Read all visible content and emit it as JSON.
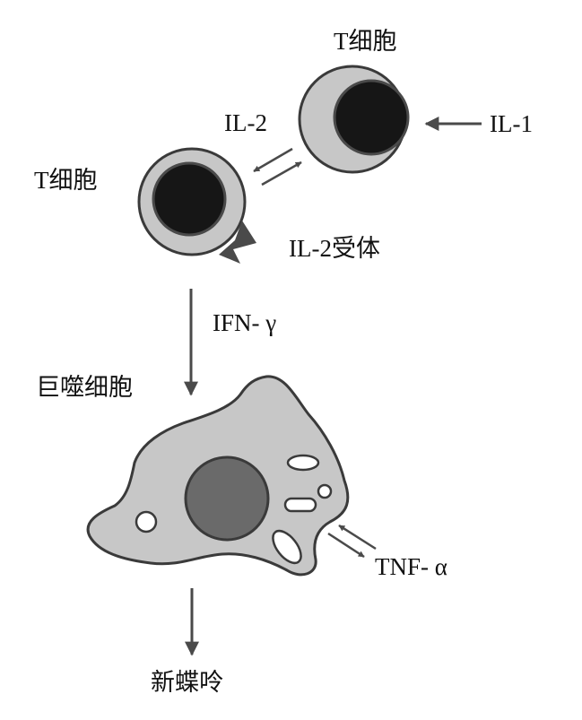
{
  "labels": {
    "t_cell_top": "T细胞",
    "t_cell_left": "T细胞",
    "il2": "IL-2",
    "il1": "IL-1",
    "il2_receptor": "IL-2受体",
    "ifn_gamma": "IFN- γ",
    "macrophage": "巨噬细胞",
    "tnf_alpha": "TNF- α",
    "neopterin": "新蝶呤"
  },
  "colors": {
    "cell_fill": "#c7c7c7",
    "nucleus_dark": "#161616",
    "macrophage_nucleus": "#6a6a6a",
    "outline": "#3a3a3a",
    "arrow": "#4a4a4a"
  }
}
